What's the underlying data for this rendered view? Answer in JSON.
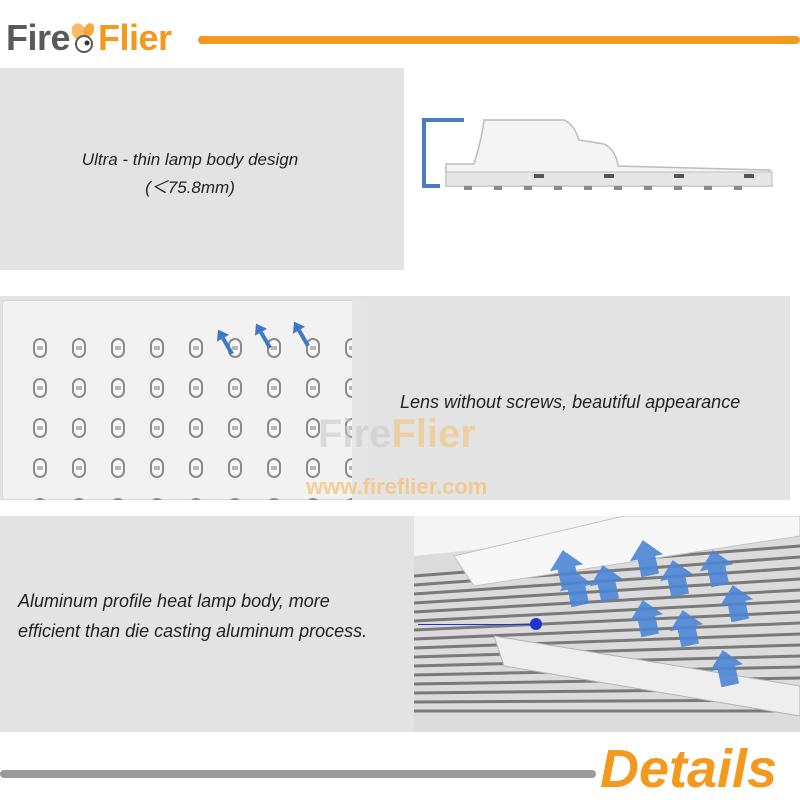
{
  "brand": {
    "name_part1": "Fire",
    "name_part2": "Flier",
    "accent_color": "#f39a1e",
    "dark_color": "#5a5a5a"
  },
  "features": [
    {
      "caption_line1": "Ultra - thin lamp body design",
      "caption_line2": "(＜75.8mm)"
    },
    {
      "caption_line1": "Lens without screws, beautiful appearance"
    },
    {
      "caption_line1": "Aluminum profile heat lamp body, more",
      "caption_line2": "efficient than die casting aluminum process."
    }
  ],
  "watermark": {
    "part1": "Fire",
    "part2": "Flier",
    "url": "www.fireflier.com"
  },
  "footer": {
    "title": "Details"
  },
  "icons": [
    "bee-logo-icon",
    "arrow-up-icon"
  ]
}
